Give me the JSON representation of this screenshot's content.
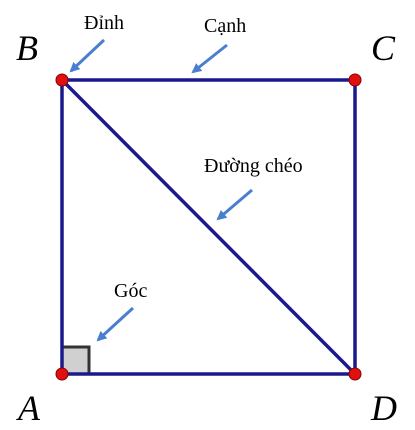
{
  "vertices": {
    "A": "A",
    "B": "B",
    "C": "C",
    "D": "D"
  },
  "annotations": {
    "vertex": "Đỉnh",
    "edge": "Cạnh",
    "diagonal": "Đường chéo",
    "angle": "Góc"
  },
  "colors": {
    "edge": "#1a1a8c",
    "vertex_dot": "#e01010",
    "arrow": "#4a7fd0",
    "angle_fill": "#d0d0d0",
    "angle_stroke": "#333333"
  }
}
